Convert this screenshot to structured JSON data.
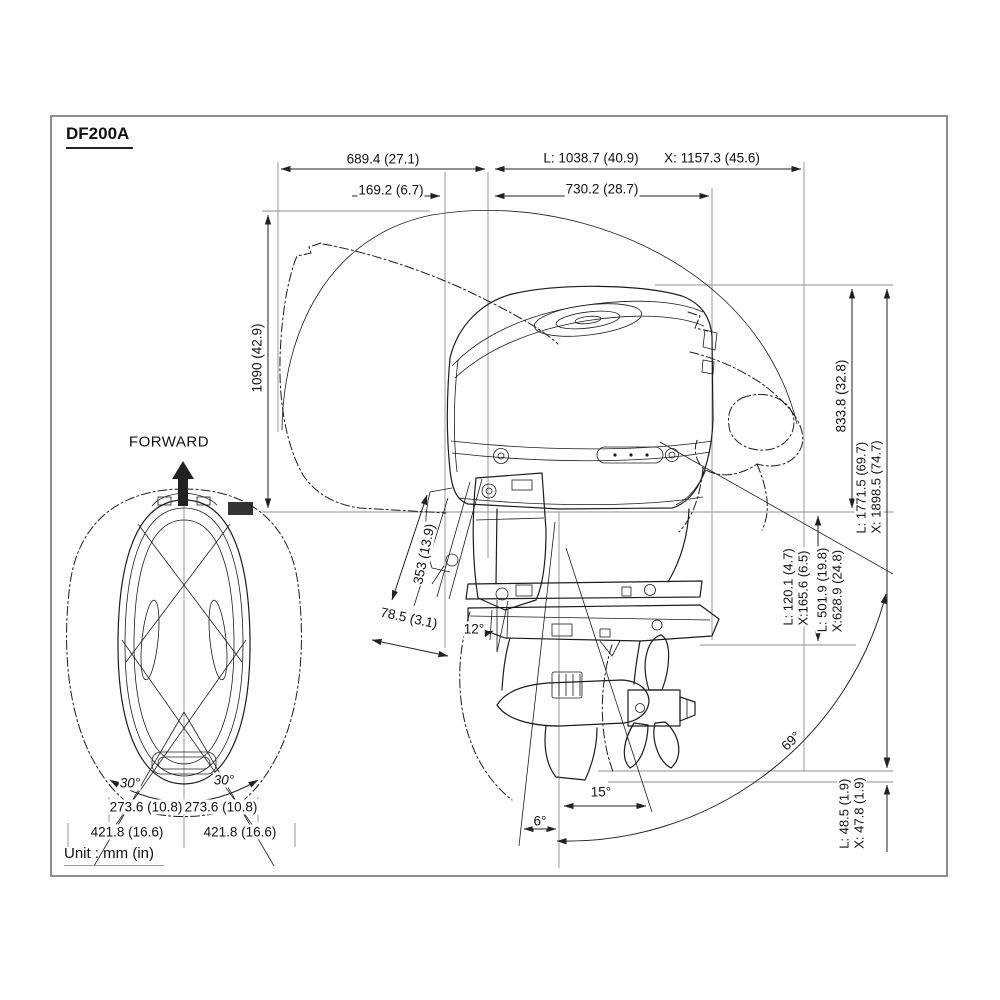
{
  "title": "DF200A",
  "unit_note": "Unit : mm (in)",
  "forward_label": "FORWARD",
  "dims": {
    "top_span_tilt": "689.4 (27.1)",
    "overall_len_L": "L: 1038.7 (40.9)",
    "overall_len_X": "X: 1157.3 (45.6)",
    "cowl_front_offset": "169.2 (6.7)",
    "rear_span": "730.2 (28.7)",
    "tilt_height": "1090 (42.9)",
    "cowl_height": "833.8 (32.8)",
    "overall_height_L": "L: 1771.5 (69.7)",
    "overall_height_X": "X: 1898.5 (74.7)",
    "plate_drop_L": "L: 120.1 (4.7)",
    "plate_drop_X": "X:165.6 (6.5)",
    "shaft_len_L": "L: 501.9 (19.8)",
    "shaft_len_X": "X:628.9 (24.8)",
    "skeg_clear_L": "L: 48.5 (1.9)",
    "skeg_clear_X": "X: 47.8 (1.9)",
    "bracket_span": "353 (13.9)",
    "bracket_offset": "78.5 (3.1)",
    "half_width_inner_L": "273.6 (10.8)",
    "half_width_inner_R": "273.6 (10.8)",
    "half_width_outer_L": "421.8 (16.6)",
    "half_width_outer_R": "421.8 (16.6)"
  },
  "angles": {
    "bracket_tilt": "12°",
    "trim_range": "15°",
    "reverse_tilt": "6°",
    "full_tilt": "69°",
    "steering_left": "30°",
    "steering_right": "30°"
  }
}
